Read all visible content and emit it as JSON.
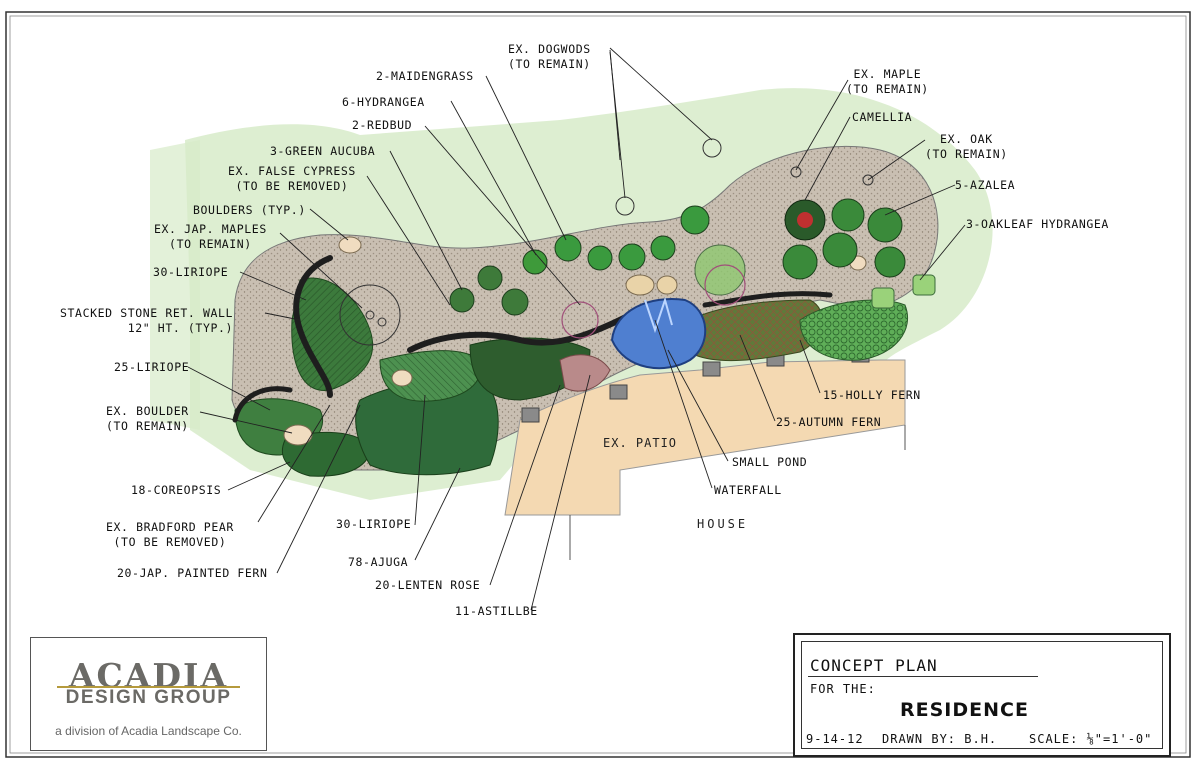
{
  "plan": {
    "title": "CONCEPT PLAN",
    "for_line": "FOR THE:",
    "client": "RESIDENCE",
    "date": "9-14-12",
    "drawn_by": "DRAWN BY: B.H.",
    "scale": "SCALE: ⅛\"=1'-0\""
  },
  "company": {
    "name": "ACADIA",
    "subtitle": "DESIGN GROUP",
    "division": "a division of Acadia Landscape Co.",
    "brand_color": "#6b6a66",
    "accent_color": "#b59a3c"
  },
  "site": {
    "patio": "EX. PATIO",
    "house": "HOUSE"
  },
  "labels": {
    "dogwoods": [
      "EX. DOGWODS",
      "(TO REMAIN)"
    ],
    "maidengrass": "2-MAIDENGRASS",
    "hydrangea": "6-HYDRANGEA",
    "redbud": "2-REDBUD",
    "aucuba": "3-GREEN AUCUBA",
    "false_cypress": [
      "EX. FALSE CYPRESS",
      "(TO BE REMOVED)"
    ],
    "boulders": "BOULDERS (TYP.)",
    "jap_maples": [
      "EX. JAP. MAPLES",
      "(TO REMAIN)"
    ],
    "liriope_30_left": "30-LIRIOPE",
    "ret_wall": [
      "STACKED STONE RET. WALL",
      "12\" HT. (TYP.)"
    ],
    "liriope_25": "25-LIRIOPE",
    "ex_boulder": [
      "EX. BOULDER",
      "(TO REMAIN)"
    ],
    "coreopsis": "18-COREOPSIS",
    "bradford_pear": [
      "EX. BRADFORD PEAR",
      "(TO BE REMOVED)"
    ],
    "painted_fern": "20-JAP. PAINTED FERN",
    "liriope_30_bottom": "30-LIRIOPE",
    "ajuga": "78-AJUGA",
    "lenten_rose": "20-LENTEN ROSE",
    "astilbe": "11-ASTILLBE",
    "maple": [
      "EX. MAPLE",
      "(TO REMAIN)"
    ],
    "camellia": "CAMELLIA",
    "oak": [
      "EX. OAK",
      "(TO REMAIN)"
    ],
    "azalea": "5-AZALEA",
    "oakleaf": "3-OAKLEAF HYDRANGEA",
    "holly_fern": "15-HOLLY FERN",
    "autumn_fern": "25-AUTUMN FERN",
    "small_pond": "SMALL POND",
    "waterfall": "WATERFALL"
  }
}
